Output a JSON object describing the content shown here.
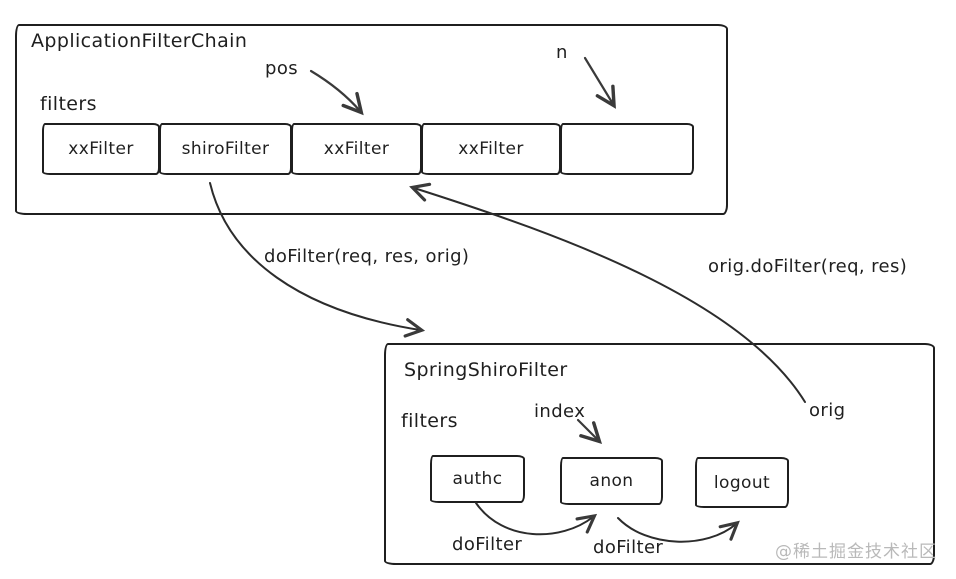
{
  "diagram": {
    "top_box": {
      "title": "ApplicationFilterChain",
      "filters_label": "filters",
      "pos_label": "pos",
      "n_label": "n",
      "cells": [
        "xxFilter",
        "shiroFilter",
        "xxFilter",
        "xxFilter",
        ""
      ]
    },
    "bottom_box": {
      "title": "SpringShiroFilter",
      "filters_label": "filters",
      "index_label": "index",
      "cells": [
        "authc",
        "anon",
        "logout"
      ],
      "dofilter_label_1": "doFilter",
      "dofilter_label_2": "doFilter"
    },
    "edge_labels": {
      "down_call": "doFilter(req, res, orig)",
      "up_call": "orig.doFilter(req, res)",
      "orig_ref": "orig"
    },
    "watermark": "@稀土掘金技术社区",
    "colors": {
      "ink": "#1f1f1f",
      "arrow": "#3a3a3a",
      "watermark": "#b9b9b9",
      "background": "#ffffff"
    }
  }
}
